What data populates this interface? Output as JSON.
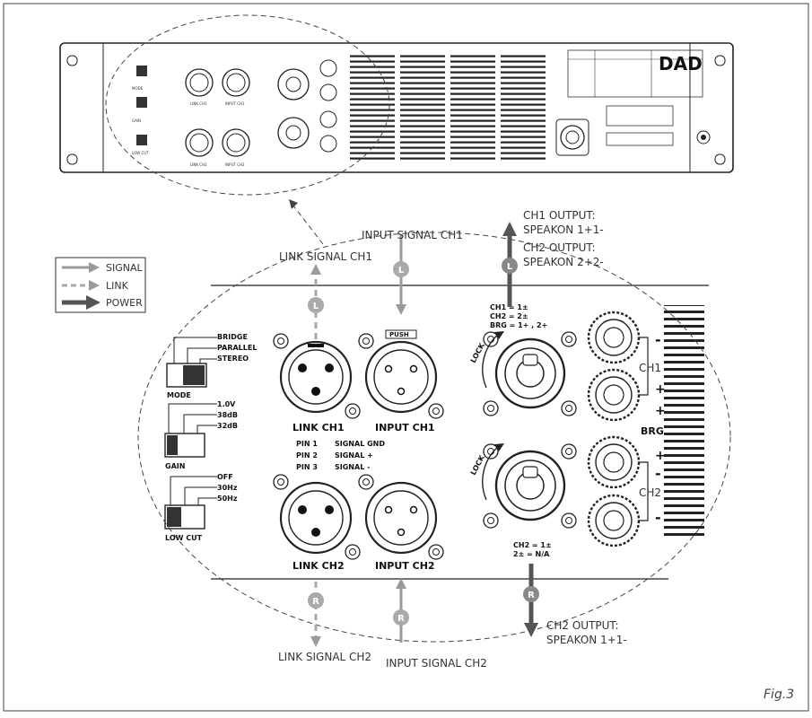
{
  "figure": {
    "label": "Fig.3"
  },
  "legend": {
    "signal": "SIGNAL",
    "link": "LINK",
    "power": "POWER"
  },
  "colors": {
    "signal": "#9a9a9a",
    "link": "#a8a8a8",
    "power": "#555555",
    "outline": "#222222"
  },
  "signals": {
    "input_ch1": "INPUT SIGNAL CH1",
    "link_ch1": "LINK SIGNAL CH1",
    "ch1_output_1": "CH1 OUTPUT:",
    "ch1_output_2": "SPEAKON 1+1-",
    "ch2_output_top_1": "CH2 OUTPUT:",
    "ch2_output_top_2": "SPEAKON 2+2-",
    "link_ch2": "LINK SIGNAL CH2",
    "input_ch2": "INPUT SIGNAL CH2",
    "ch2_output_bottom_1": "CH2 OUTPUT:",
    "ch2_output_bottom_2": "SPEAKON 1+1-",
    "marker_l": "L",
    "marker_r": "R"
  },
  "panel": {
    "brand": "DAD",
    "switches": {
      "mode_title": "MODE",
      "mode_opt1": "BRIDGE",
      "mode_opt2": "PARALLEL",
      "mode_opt3": "STEREO",
      "gain_title": "GAIN",
      "gain_opt1": "1.0V",
      "gain_opt2": "38dB",
      "gain_opt3": "32dB",
      "lowcut_title": "LOW CUT",
      "lowcut_opt1": "OFF",
      "lowcut_opt2": "30Hz",
      "lowcut_opt3": "50Hz"
    },
    "connectors": {
      "link_ch1": "LINK CH1",
      "input_ch1": "INPUT CH1",
      "link_ch2": "LINK CH2",
      "input_ch2": "INPUT CH2",
      "push": "PUSH"
    },
    "pins": [
      {
        "pin": "PIN 1",
        "signal": "SIGNAL GND"
      },
      {
        "pin": "PIN 2",
        "signal": "SIGNAL +"
      },
      {
        "pin": "PIN 3",
        "signal": "SIGNAL -"
      }
    ],
    "speakon_top": {
      "l1": "CH1 = 1±",
      "l2": "CH2 = 2±",
      "l3": "BRG = 1+ , 2+"
    },
    "speakon_bottom": {
      "l1": "CH2 = 1±",
      "l2": "2± = N/A"
    },
    "binding": {
      "ch1": "CH1",
      "ch2": "CH2",
      "brg": "BRG",
      "minus": "-",
      "plus": "+"
    },
    "lock": "LOCK"
  }
}
